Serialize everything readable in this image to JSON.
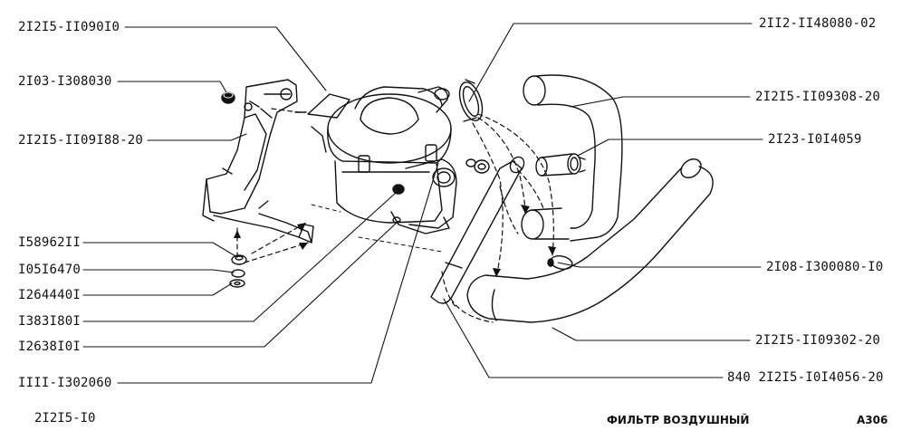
{
  "callouts": {
    "p_2121511090010": "2I2I5-II090I0",
    "p_21031308030": "2I03-I308030",
    "p_212151109188_20": "2I2I5-II09I88-20",
    "p_15896211": "I58962II",
    "p_10516470": "I05I6470",
    "p_12644401": "I264440I",
    "p_13831801": "I383I80I",
    "p_12638101": "I2638I0I",
    "p_1111_1302060": "IIII-I302060",
    "p_2112_1148080_02": "2II2-II48080-02",
    "p_21215_1109308_20": "2I2I5-II09308-20",
    "p_2123_1014059": "2I23-I0I4059",
    "p_2108_1300080_10": "2I08-I300080-I0",
    "p_21215_1109302_20": "2I2I5-II09302-20",
    "p_840_21215_1014056_20": "840 2I2I5-I0I4056-20"
  },
  "footer": {
    "assembly_code": "2I2I5-I0",
    "title": "ФИЛЬТР ВОЗДУШНЫЙ",
    "sheet": "A306"
  }
}
